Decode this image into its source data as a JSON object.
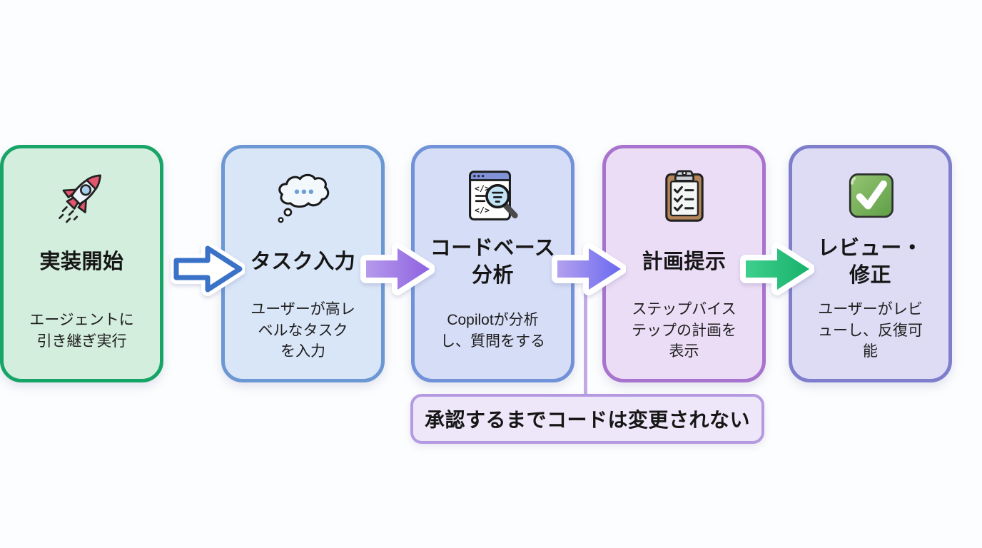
{
  "page": {
    "background": "#fcfdfe"
  },
  "flow": {
    "steps": [
      {
        "id": "task-input",
        "icon": "thought-bubble-icon",
        "title": "タスク入力",
        "description": "ユーザーが高レ\nベルなタスク\nを入力",
        "fill": "#d9e6f8",
        "border": "#6b97d3"
      },
      {
        "id": "codebase-analysis",
        "icon": "code-search-icon",
        "title": "コードベース\n分析",
        "description": "Copilotが分析\nし、質問をする",
        "fill": "#d6ddf6",
        "border": "#7191d8"
      },
      {
        "id": "plan-presentation",
        "icon": "clipboard-checklist-icon",
        "title": "計画提示",
        "description": "ステップバイス\nテップの計画を\n表示",
        "fill": "#ecddf6",
        "border": "#a873ce"
      },
      {
        "id": "review-revise",
        "icon": "checkmark-icon",
        "title": "レビュー・\n修正",
        "description": "ユーザーがレビ\nューし、反復可\n能",
        "fill": "#dddcf4",
        "border": "#7e7ecc"
      },
      {
        "id": "implementation-start",
        "icon": "rocket-icon",
        "title": "実装開始",
        "description": "エージェントに\n引き継ぎ実行",
        "fill": "#d3eedd",
        "border": "#17a567"
      }
    ],
    "arrows": [
      {
        "style": "outline",
        "color": "#3a72c8"
      },
      {
        "style": "solid",
        "from": "#b59aec",
        "to": "#8f62e0"
      },
      {
        "style": "solid",
        "from": "#b3a0ee",
        "to": "#6a6af0"
      },
      {
        "style": "solid",
        "from": "#3ecf8e",
        "to": "#17b26a"
      }
    ],
    "note": {
      "text": "承認するまでコードは変更されない",
      "fill": "#eee7f9",
      "border": "#b49ae1",
      "connector_color": "#c3aae6"
    }
  }
}
